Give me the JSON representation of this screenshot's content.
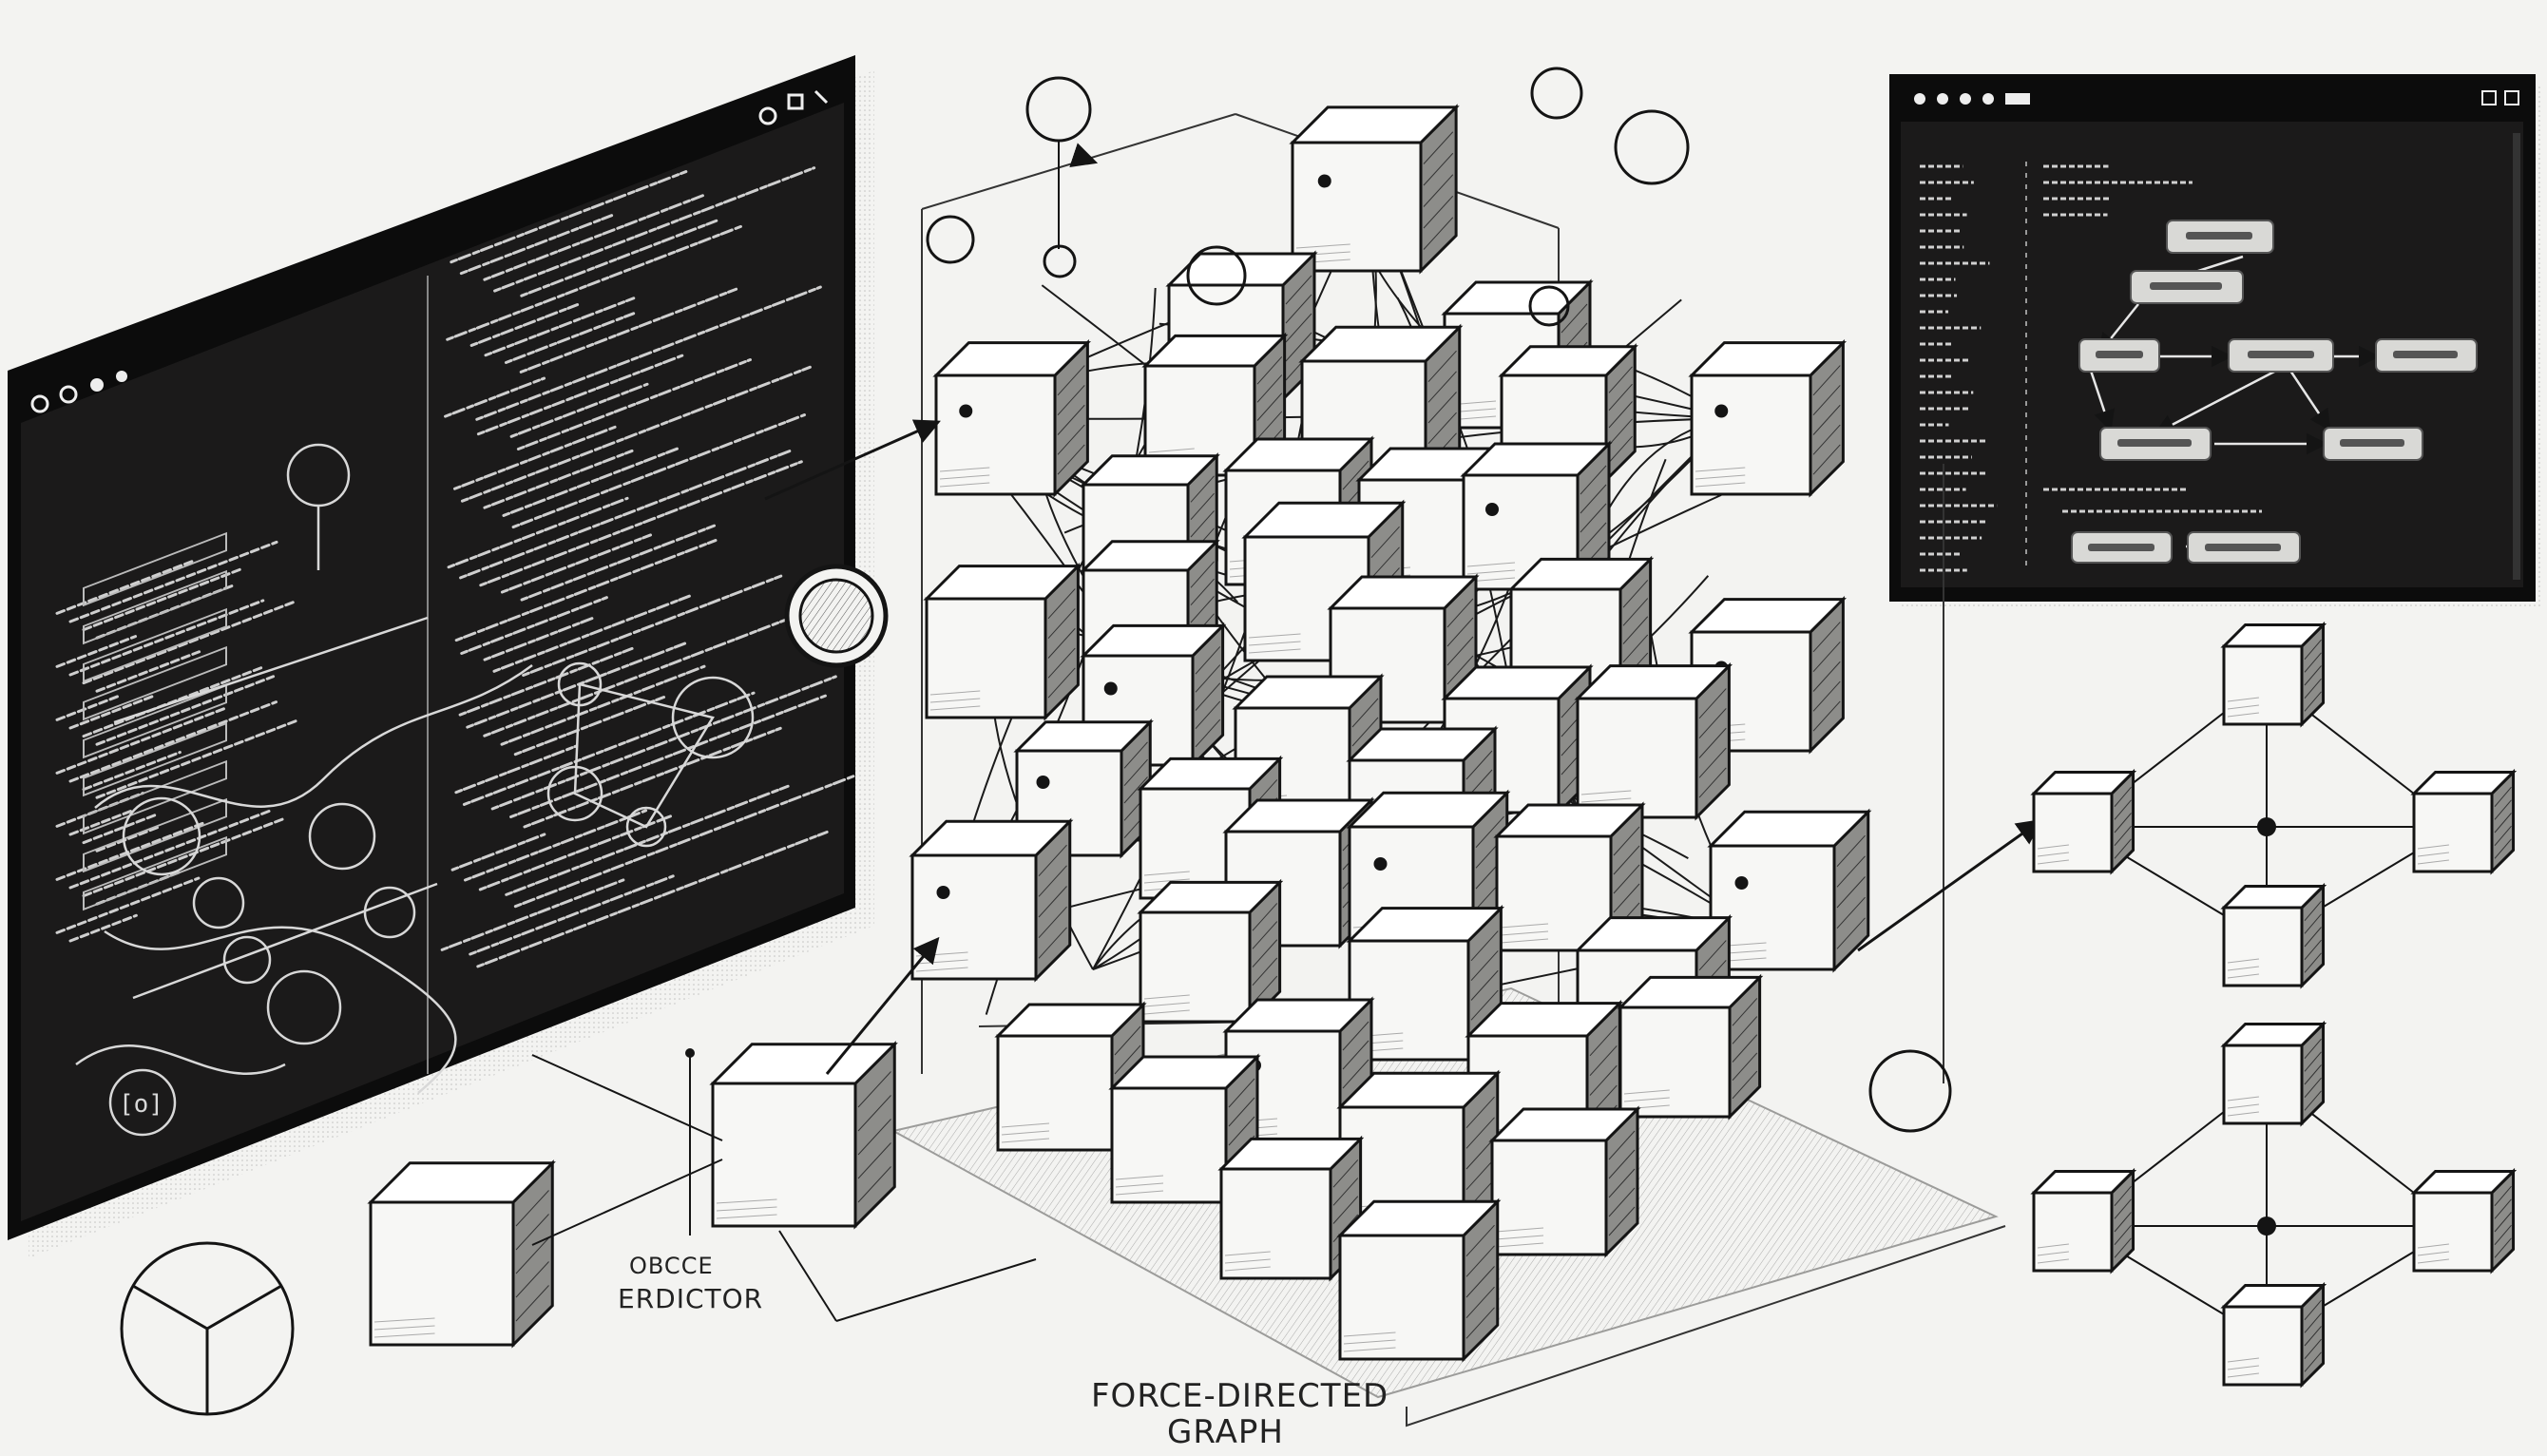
{
  "labels": {
    "small_label_line1": "OBCCE",
    "small_label_line2": "ERDICTOR",
    "main_label_line1": "FORCE-DIRECTED",
    "main_label_line2": "GRAPH"
  },
  "colors": {
    "background": "#f3f3f1",
    "screen": "#1b1a1a",
    "frame": "#0c0c0c",
    "ink": "#141414",
    "cube_top": "#f7f7f5",
    "cube_left": "#e4e4e1",
    "cube_right": "#8d8d8a",
    "node_box": "#d9d9d6"
  },
  "icons": [
    "window-dots-icon",
    "isometric-cube-icon",
    "circle-node-icon",
    "arrow-icon",
    "code-lines-icon",
    "flag-marker-icon"
  ]
}
